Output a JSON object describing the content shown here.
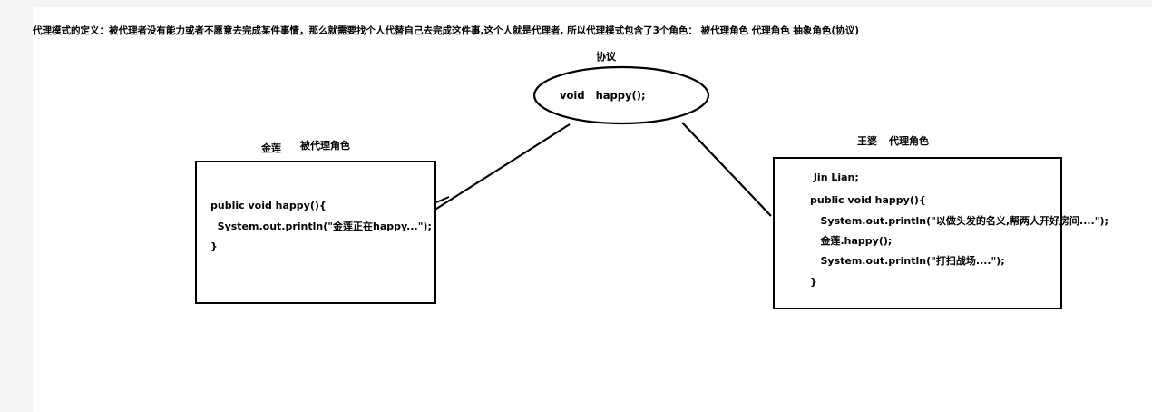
{
  "definition": "代理模式的定义：被代理者没有能力或者不愿意去完成某件事情，那么就需要找个人代替自己去完成这件事,这个人就是代理者, 所以代理模式包含了3个角色：  被代理角色     代理角色      抽象角色(协议)",
  "protocol": {
    "title": "协议",
    "method": "void   happy();"
  },
  "proxied": {
    "name": "金莲",
    "role": "被代理角色",
    "code": [
      "public void happy(){",
      "  System.out.println(\"金莲正在happy...\");",
      "}"
    ]
  },
  "proxy": {
    "name": "王婆",
    "role": "代理角色",
    "code": [
      " Jin Lian;",
      "public void happy(){",
      "   System.out.println(\"以做头发的名义,帮两人开好房间....\");",
      "   金莲.happy();",
      "   System.out.println(\"打扫战场....\");",
      "}"
    ]
  }
}
